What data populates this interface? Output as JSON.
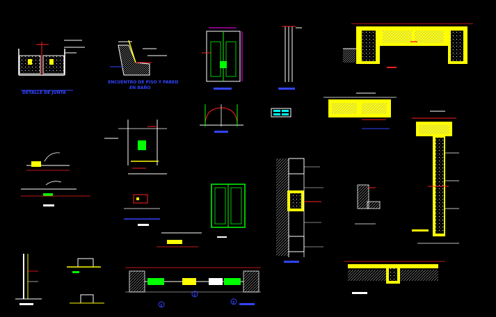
{
  "drawing": {
    "background": "#000000",
    "colors": {
      "wall_fill": "#ffff00",
      "blue_label": "#3344ff",
      "red_lines": "#ff2020",
      "white_lines": "#ffffff",
      "green_lines": "#00ff00",
      "magenta_lines": "#ff00ff",
      "cyan_lines": "#00ffff"
    },
    "labels": {
      "detail_joint": "DETALLE DE JUNTA",
      "floor_wall_line1": "ENCUENTRO DE PISO Y PARED",
      "floor_wall_line2": "EN BAÑO",
      "callout_1": "1",
      "callout_2": "2",
      "callout_3": "3"
    }
  }
}
